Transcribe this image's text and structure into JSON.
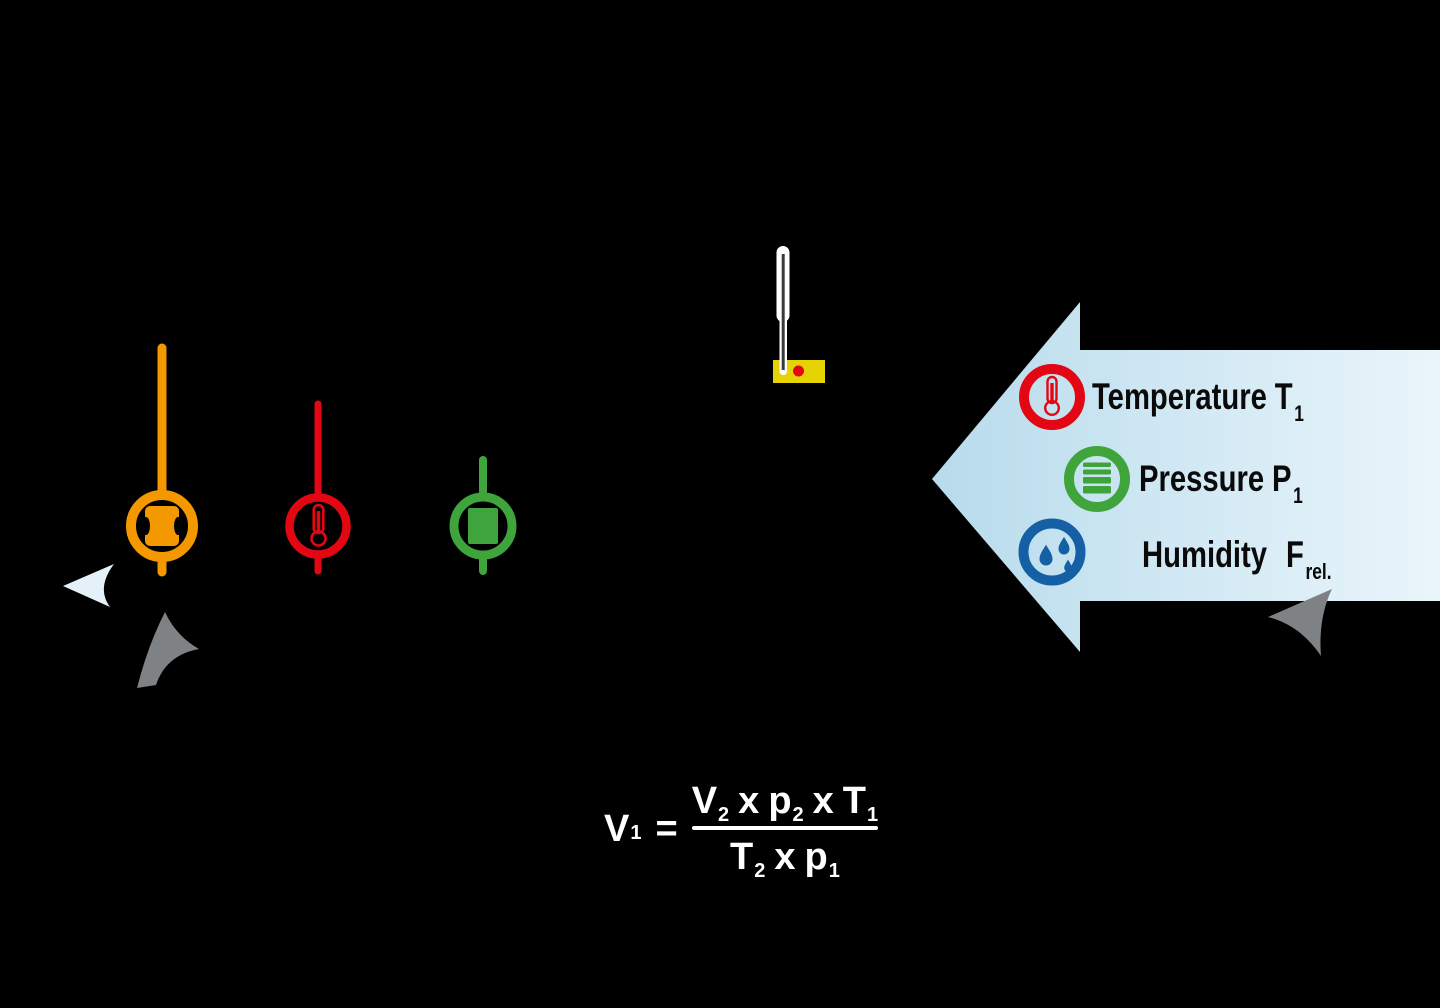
{
  "colors": {
    "background": "#000000",
    "orange": "#F49800",
    "red": "#E30613",
    "green": "#3FA43C",
    "blue": "#1560A5",
    "arrow_blue_light": "#B7DBEC",
    "arrow_blue_mid": "#CCE6F2",
    "arrow_blue_pale": "#EAF5FB",
    "yellow": "#E6D304",
    "gray": "#7F8285",
    "pale_arrowhead": "#E4F1F8",
    "probe_core": "#3A3A3C",
    "white": "#FFFFFF",
    "text_black": "#0A0A0A"
  },
  "inlet_arrow": {
    "items": [
      {
        "icon": "thermometer-icon",
        "label": "Temperature",
        "var": "T",
        "sub": "1"
      },
      {
        "icon": "pressure-icon",
        "label": "Pressure",
        "var": "P",
        "sub": "1"
      },
      {
        "icon": "humidity-icon",
        "label": "Humidity",
        "var": "F",
        "sub": "rel."
      }
    ]
  },
  "formula": {
    "lhs": "V",
    "lhs_sub": "1",
    "equals": "=",
    "numerator": [
      {
        "t": "V",
        "s": "2"
      },
      {
        "t": "x"
      },
      {
        "t": "p",
        "s": "2"
      },
      {
        "t": "x"
      },
      {
        "t": "T",
        "s": "1"
      }
    ],
    "denominator": [
      {
        "t": "T",
        "s": "2"
      },
      {
        "t": "x"
      },
      {
        "t": "p",
        "s": "1"
      }
    ]
  }
}
